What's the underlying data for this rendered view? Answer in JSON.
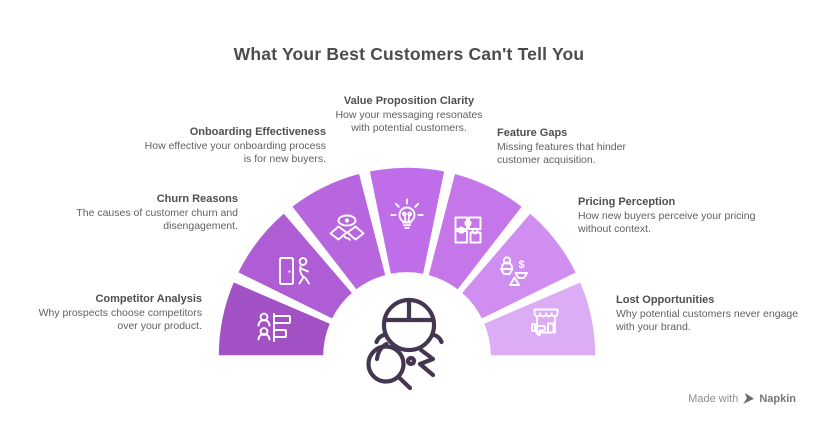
{
  "title": "What Your Best Customers Can't Tell You",
  "segments": [
    {
      "id": "competitor-analysis",
      "title": "Competitor Analysis",
      "desc": "Why prospects choose competitors over your product.",
      "color": "#a352c5",
      "icon": "competitor-list-icon"
    },
    {
      "id": "churn-reasons",
      "title": "Churn Reasons",
      "desc": "The causes of customer churn and disengagement.",
      "color": "#ae5dd4",
      "icon": "door-exit-icon"
    },
    {
      "id": "onboarding-effectiveness",
      "title": "Onboarding Effectiveness",
      "desc": "How effective your onboarding process is for new buyers.",
      "color": "#b766df",
      "icon": "handshake-eye-icon"
    },
    {
      "id": "value-proposition-clarity",
      "title": "Value Proposition Clarity",
      "desc": "How your messaging resonates with potential customers.",
      "color": "#bf6de8",
      "icon": "lightbulb-icon"
    },
    {
      "id": "feature-gaps",
      "title": "Feature Gaps",
      "desc": "Missing features that hinder customer acquisition.",
      "color": "#c577e9",
      "icon": "puzzle-icon"
    },
    {
      "id": "pricing-perception",
      "title": "Pricing Perception",
      "desc": "How new buyers perceive your pricing without context.",
      "color": "#d08ef0",
      "icon": "scale-dollar-icon"
    },
    {
      "id": "lost-opportunities",
      "title": "Lost Opportunities",
      "desc": "Why potential customers never engage with your brand.",
      "color": "#dcadf4",
      "icon": "storefront-thumbsdown-icon"
    }
  ],
  "center_icon": "customer-magnifier-icon",
  "footer": {
    "made_with": "Made with",
    "brand": "Napkin"
  },
  "colors": {
    "title_text": "#4c4c4c",
    "label_title": "#4f4f4f",
    "label_desc": "#616161",
    "center_stroke": "#443650",
    "footer_text": "#8f8f8f"
  }
}
